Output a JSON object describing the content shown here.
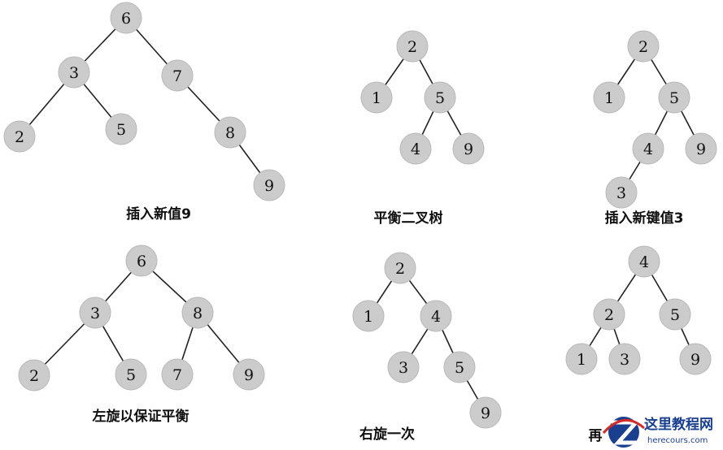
{
  "diagrams": [
    {
      "caption": "插入新值9",
      "nodes": [
        {
          "id": "n6",
          "label": "6"
        },
        {
          "id": "n3",
          "label": "3"
        },
        {
          "id": "n7",
          "label": "7"
        },
        {
          "id": "n2",
          "label": "2"
        },
        {
          "id": "n5",
          "label": "5"
        },
        {
          "id": "n8",
          "label": "8"
        },
        {
          "id": "n9",
          "label": "9"
        }
      ],
      "edges": [
        [
          "n6",
          "n3"
        ],
        [
          "n6",
          "n7"
        ],
        [
          "n3",
          "n2"
        ],
        [
          "n3",
          "n5"
        ],
        [
          "n7",
          "n8"
        ],
        [
          "n8",
          "n9"
        ]
      ]
    },
    {
      "caption": "平衡二叉树",
      "nodes": [
        {
          "id": "n2",
          "label": "2"
        },
        {
          "id": "n1",
          "label": "1"
        },
        {
          "id": "n5",
          "label": "5"
        },
        {
          "id": "n4",
          "label": "4"
        },
        {
          "id": "n9",
          "label": "9"
        }
      ],
      "edges": [
        [
          "n2",
          "n1"
        ],
        [
          "n2",
          "n5"
        ],
        [
          "n5",
          "n4"
        ],
        [
          "n5",
          "n9"
        ]
      ]
    },
    {
      "caption": "插入新键值3",
      "nodes": [
        {
          "id": "n2",
          "label": "2"
        },
        {
          "id": "n1",
          "label": "1"
        },
        {
          "id": "n5",
          "label": "5"
        },
        {
          "id": "n4",
          "label": "4"
        },
        {
          "id": "n9",
          "label": "9"
        },
        {
          "id": "n3",
          "label": "3"
        }
      ],
      "edges": [
        [
          "n2",
          "n1"
        ],
        [
          "n2",
          "n5"
        ],
        [
          "n5",
          "n4"
        ],
        [
          "n5",
          "n9"
        ],
        [
          "n4",
          "n3"
        ]
      ]
    },
    {
      "caption": "左旋以保证平衡",
      "nodes": [
        {
          "id": "n6",
          "label": "6"
        },
        {
          "id": "n3",
          "label": "3"
        },
        {
          "id": "n8",
          "label": "8"
        },
        {
          "id": "n2",
          "label": "2"
        },
        {
          "id": "n5",
          "label": "5"
        },
        {
          "id": "n7",
          "label": "7"
        },
        {
          "id": "n9",
          "label": "9"
        }
      ],
      "edges": [
        [
          "n6",
          "n3"
        ],
        [
          "n6",
          "n8"
        ],
        [
          "n3",
          "n2"
        ],
        [
          "n3",
          "n5"
        ],
        [
          "n8",
          "n7"
        ],
        [
          "n8",
          "n9"
        ]
      ]
    },
    {
      "caption": "右旋一次",
      "nodes": [
        {
          "id": "n2",
          "label": "2"
        },
        {
          "id": "n1",
          "label": "1"
        },
        {
          "id": "n4",
          "label": "4"
        },
        {
          "id": "n3",
          "label": "3"
        },
        {
          "id": "n5",
          "label": "5"
        },
        {
          "id": "n9",
          "label": "9"
        }
      ],
      "edges": [
        [
          "n2",
          "n1"
        ],
        [
          "n2",
          "n4"
        ],
        [
          "n4",
          "n3"
        ],
        [
          "n4",
          "n5"
        ],
        [
          "n5",
          "n9"
        ]
      ]
    },
    {
      "caption": "再",
      "nodes": [
        {
          "id": "n4",
          "label": "4"
        },
        {
          "id": "n2",
          "label": "2"
        },
        {
          "id": "n5",
          "label": "5"
        },
        {
          "id": "n1",
          "label": "1"
        },
        {
          "id": "n3",
          "label": "3"
        },
        {
          "id": "n9",
          "label": "9"
        }
      ],
      "edges": [
        [
          "n4",
          "n2"
        ],
        [
          "n4",
          "n5"
        ],
        [
          "n2",
          "n1"
        ],
        [
          "n2",
          "n3"
        ],
        [
          "n5",
          "n9"
        ]
      ]
    }
  ],
  "watermark": {
    "title": "这里教程网",
    "url": "herecours.com"
  },
  "colors": {
    "node_fill": "#cfcfcf",
    "edge": "#222222",
    "watermark": "#1a3f8f",
    "watermark_accent": "#d22b2b"
  }
}
